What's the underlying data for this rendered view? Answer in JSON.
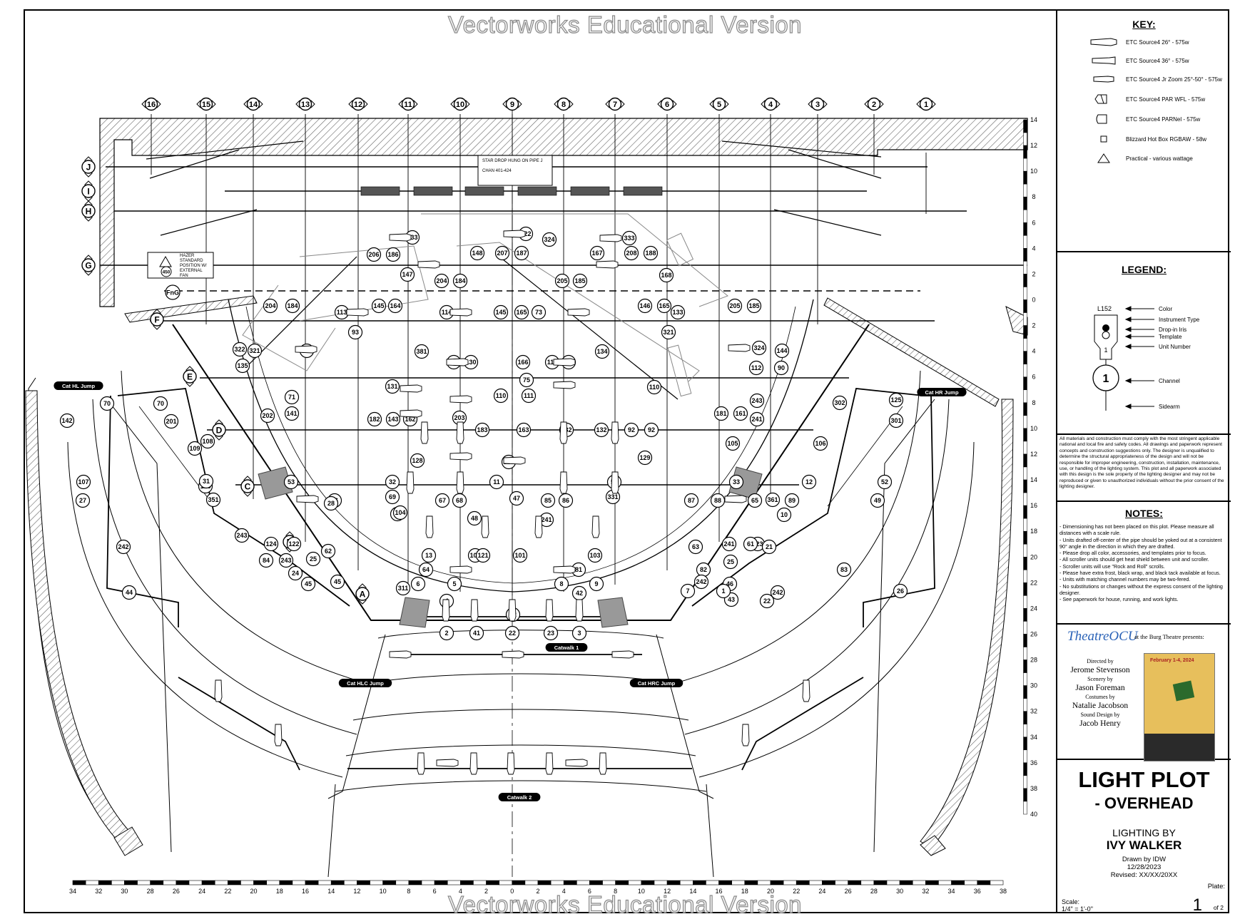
{
  "watermark": "Vectorworks Educational Version",
  "gridlines": [
    "16",
    "15",
    "14",
    "13",
    "12",
    "11",
    "10",
    "9",
    "8",
    "7",
    "6",
    "5",
    "4",
    "3",
    "2",
    "1"
  ],
  "pipes": [
    "J",
    "I",
    "H",
    "G",
    "F",
    "E",
    "D",
    "C",
    "B",
    "A"
  ],
  "fng_label": "FnG",
  "star_drop": [
    "STAR DROP HUNG ON PIPE J",
    "CHAN 401-424"
  ],
  "hazer": {
    "lines": [
      "HAZER",
      "STANDARD",
      "POSITION W/",
      "EXTERNAL",
      "FAN"
    ],
    "channel": "450"
  },
  "catwalk_labels": [
    "Cat HL Jump",
    "Cat HR Jump",
    "Catwalk 1",
    "Cat HLC Jump",
    "Cat HRC Jump",
    "Catwalk 2"
  ],
  "scale_bar_labels": [
    "34",
    "32",
    "30",
    "28",
    "26",
    "24",
    "22",
    "20",
    "18",
    "16",
    "14",
    "12",
    "10",
    "8",
    "6",
    "4",
    "2",
    "0",
    "2",
    "4",
    "6",
    "8",
    "10",
    "12",
    "14",
    "16",
    "18",
    "20",
    "22",
    "24",
    "26",
    "28",
    "30",
    "32",
    "34",
    "36",
    "38"
  ],
  "right_scale_labels": [
    "14",
    "12",
    "10",
    "8",
    "6",
    "4",
    "2",
    "0",
    "2",
    "4",
    "6",
    "8",
    "10",
    "12",
    "14",
    "16",
    "18",
    "20",
    "22",
    "24",
    "26",
    "28",
    "30",
    "32",
    "34",
    "36",
    "38",
    "40"
  ],
  "channels": [
    "333",
    "322",
    "324",
    "333",
    "206",
    "186",
    "321",
    "148",
    "207",
    "187",
    "167",
    "208",
    "188",
    "147",
    "204",
    "184",
    "205",
    "185",
    "168",
    "113",
    "145",
    "164",
    "204",
    "184",
    "146",
    "165",
    "133",
    "205",
    "185",
    "114",
    "145",
    "165",
    "73",
    "93",
    "321",
    "322",
    "371",
    "381",
    "134",
    "324",
    "144",
    "135",
    "95",
    "130",
    "75",
    "115",
    "94",
    "166",
    "112",
    "90",
    "131",
    "111",
    "110",
    "110",
    "71",
    "70",
    "70",
    "141",
    "201",
    "181",
    "142",
    "161",
    "202",
    "182",
    "143",
    "162",
    "203",
    "183",
    "163",
    "132",
    "132",
    "92",
    "92",
    "241",
    "243",
    "125",
    "301",
    "302",
    "105",
    "106",
    "108",
    "109",
    "126",
    "127",
    "128",
    "129",
    "107",
    "31",
    "32",
    "11",
    "51",
    "33",
    "12",
    "52",
    "53",
    "66",
    "67",
    "68",
    "85",
    "86",
    "87",
    "88",
    "65",
    "89",
    "69",
    "331",
    "351",
    "361",
    "27",
    "49",
    "28",
    "47",
    "29",
    "48",
    "241",
    "243",
    "10",
    "13",
    "102",
    "101",
    "103",
    "104",
    "121",
    "122",
    "123",
    "124",
    "62",
    "63",
    "64",
    "81",
    "82",
    "83",
    "84",
    "61",
    "241",
    "243",
    "24",
    "25",
    "6",
    "5",
    "8",
    "9",
    "45",
    "46",
    "25",
    "44",
    "7",
    "26",
    "45",
    "242",
    "242",
    "242",
    "21",
    "43",
    "22",
    "1",
    "2",
    "41",
    "22",
    "23",
    "3",
    "42",
    "311",
    "4",
    "42"
  ],
  "key": {
    "title": "KEY:",
    "items": [
      {
        "icon": "source4-26-icon",
        "label": "ETC Source4 26° - 575w"
      },
      {
        "icon": "source4-36-icon",
        "label": "ETC Source4 36° - 575w"
      },
      {
        "icon": "source4-jr-zoom-icon",
        "label": "ETC Source4 Jr Zoom 25°-50° - 575w"
      },
      {
        "icon": "source4-par-wfl-icon",
        "label": "ETC Source4 PAR WFL - 575w"
      },
      {
        "icon": "source4-parnel-icon",
        "label": "ETC Source4 PARNel - 575w"
      },
      {
        "icon": "hot-box-icon",
        "label": "Blizzard Hot Box RGBAW - 58w"
      },
      {
        "icon": "practical-icon",
        "label": "Practical - various wattage"
      }
    ]
  },
  "legend": {
    "title": "LEGEND:",
    "color_code": "L152",
    "unit_number": "1",
    "channel": "1",
    "labels": [
      "Color",
      "Instrument Type",
      "Drop-in Iris",
      "Template",
      "Unit Number",
      "Channel",
      "Sidearm"
    ]
  },
  "disclaimer": "All materials and construction must comply with the most stringent applicable national and local fire and safety codes. All drawings and paperwork represent concepts and construction suggestions only. The designer is unqualified to determine the structural appropriateness of the design and will not be responsible for improper engineering, construction, installation, maintenance, use, or handling of the lighting system. This plot and all paperwork associated with this design is the sole property of the lighting designer and may not be reproduced or given to unauthorized individuals without the prior consent of the lighting designer.",
  "notes": {
    "title": "NOTES:",
    "items": [
      "- Dimensioning has not been placed on this plot. Please measure all distances with a scale rule.",
      "- Units drafted off-center of the pipe should be yoked out at a consistent 90° angle in the direction in which they are drafted.",
      "- Please drop all color, accessories, and templates prior to focus.",
      "- All scroller units should get heat shield between unit and scroller.",
      "- Scroller units will use \"Rock and Roll\" scrolls.",
      "- Please have extra frost, black wrap, and black tack available at focus.",
      "- Units with matching channel numbers may be two-fered.",
      "- No substitutions or changes without the express consent of the lighting designer.",
      "- See paperwork for house, running, and work lights."
    ]
  },
  "credits": {
    "logo": "TheatreOCU",
    "presents": "at the Burg Theatre presents:",
    "roles": [
      {
        "role": "Directed by",
        "name": "Jerome Stevenson"
      },
      {
        "role": "Scenery by",
        "name": "Jason Foreman"
      },
      {
        "role": "Costumes by",
        "name": "Natalie Jacobson"
      },
      {
        "role": "Sound Design by",
        "name": "Jacob Henry"
      }
    ],
    "poster_date": "February 1-4, 2024"
  },
  "title_block": {
    "title": "LIGHT PLOT",
    "subtitle": "- OVERHEAD",
    "lighting_by": "LIGHTING BY",
    "designer": "IVY WALKER",
    "drawn_by": "Drawn by IDW",
    "date": "12/28/2023",
    "revised": "Revised: XX/XX/20XX",
    "plate_label": "Plate:",
    "scale_label": "Scale:",
    "scale_value": "1/4\" = 1'-0\"",
    "plate_number": "1",
    "plate_of": "of 2"
  }
}
